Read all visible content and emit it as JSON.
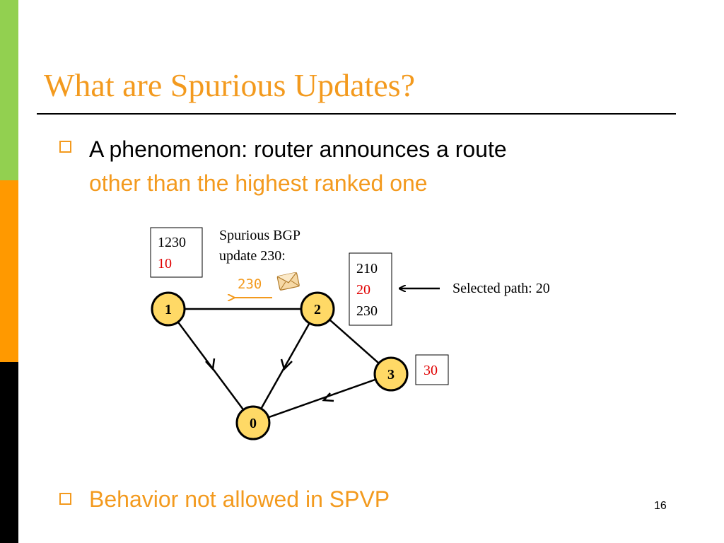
{
  "slide": {
    "title": "What are Spurious Updates?",
    "bullets": [
      {
        "line1": "A phenomenon: router announces a route",
        "line2": "other than the highest ranked one"
      },
      {
        "line1": "Behavior not allowed in SPVP"
      }
    ],
    "page_number": "16",
    "colors": {
      "accent": "#f39a1e",
      "green": "#92d050",
      "orange": "#ff9900",
      "red": "#e00000",
      "node_fill": "#ffd966"
    }
  },
  "diagram": {
    "nodes": [
      "1",
      "2",
      "3",
      "0"
    ],
    "node1_table": [
      "1230",
      "10"
    ],
    "node2_table": [
      "210",
      "20",
      "230"
    ],
    "node3_table": [
      "30"
    ],
    "spurious_label_line1": "Spurious BGP",
    "spurious_label_line2": "update 230:",
    "message_label": "230",
    "message_icon": "envelope-icon",
    "selected_label": "Selected path: 20"
  }
}
